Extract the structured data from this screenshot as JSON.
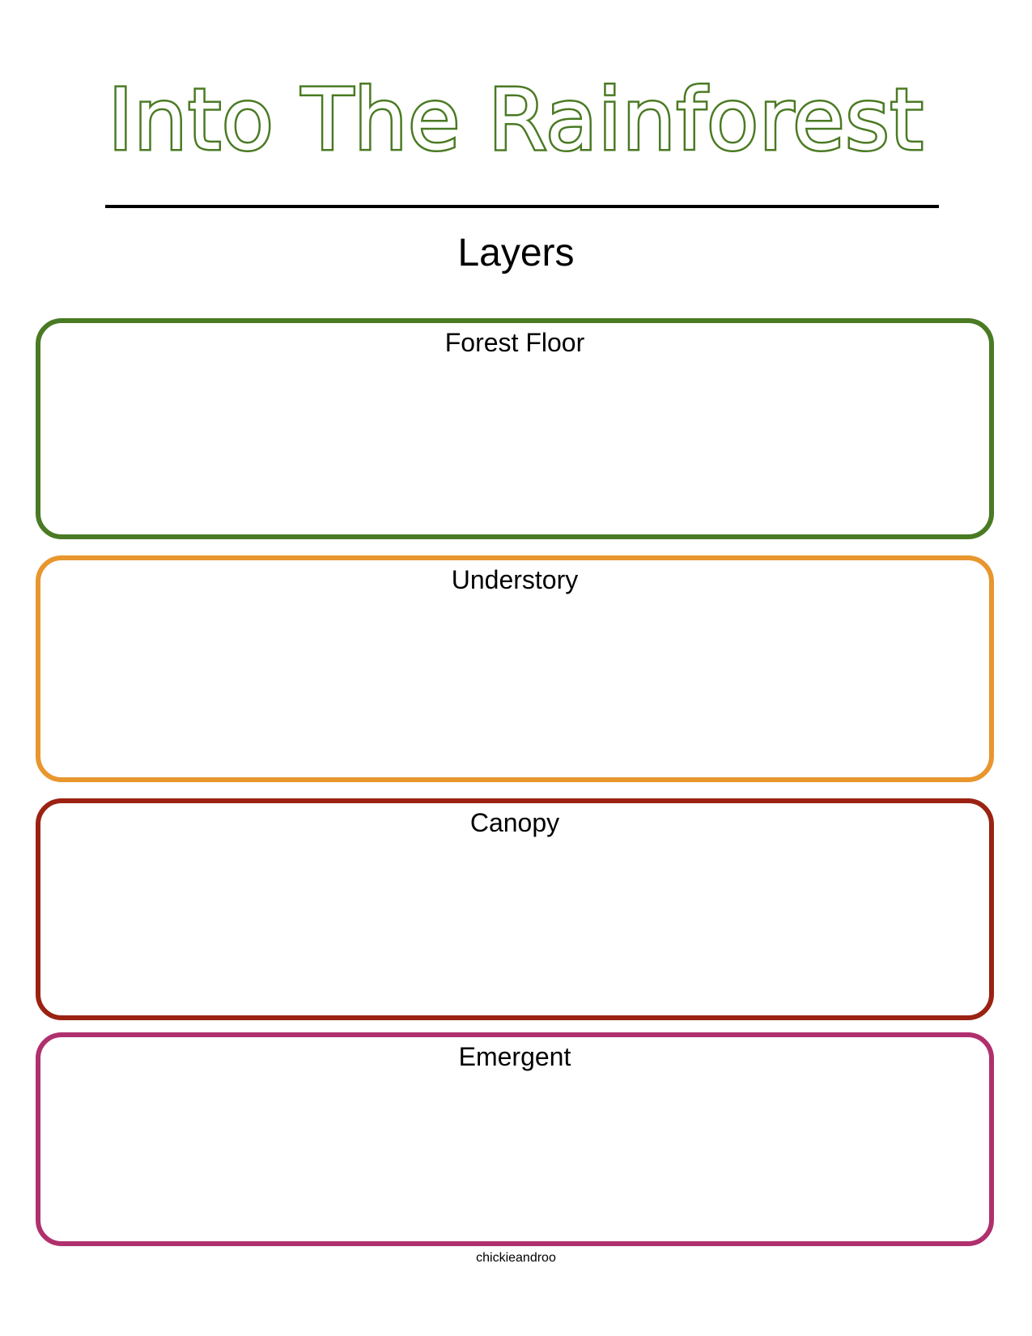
{
  "title": "Into The Rainforest",
  "subtitle": "Layers",
  "layers": [
    {
      "label": "Forest Floor",
      "color": "#4a7a23"
    },
    {
      "label": "Understory",
      "color": "#e8962e"
    },
    {
      "label": "Canopy",
      "color": "#9b2212"
    },
    {
      "label": "Emergent",
      "color": "#b0306e"
    }
  ],
  "credit": "chickieandroo"
}
